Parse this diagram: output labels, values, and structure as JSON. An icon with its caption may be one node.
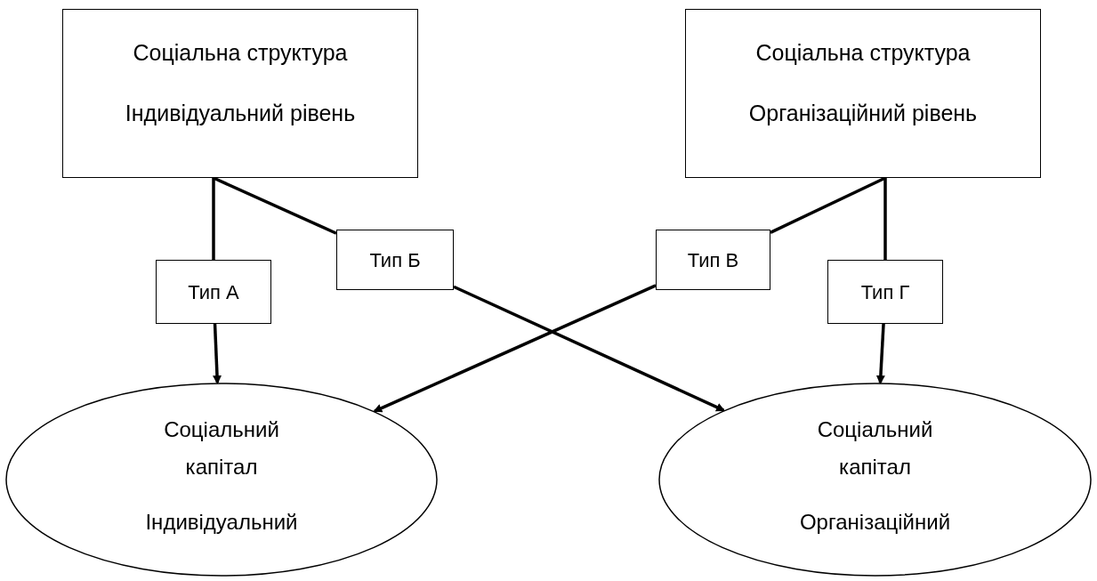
{
  "diagram": {
    "nodes": [
      {
        "text": [
          "Соціальна структура",
          "Індивідуальний рівень"
        ]
      },
      {
        "text": [
          "Соціальна структура",
          "Організаційний рівень"
        ]
      },
      {
        "text": [
          "Тип А"
        ]
      },
      {
        "text": [
          "Тип Б"
        ]
      },
      {
        "text": [
          "Тип В"
        ]
      },
      {
        "text": [
          "Тип Г"
        ]
      },
      {
        "text": [
          "Соціальний капітал",
          "Індивідуальний"
        ]
      },
      {
        "text": [
          "Соціальний капітал",
          "Організаційний"
        ]
      }
    ],
    "edges": [
      {
        "from": 0,
        "to": 2,
        "arrow": "none"
      },
      {
        "from": 2,
        "to": 6,
        "arrow": "to"
      },
      {
        "from": 0,
        "to": 3,
        "arrow": "none"
      },
      {
        "from": 3,
        "to": 7,
        "arrow": "to"
      },
      {
        "from": 1,
        "to": 4,
        "arrow": "none"
      },
      {
        "from": 4,
        "to": 6,
        "arrow": "to"
      },
      {
        "from": 1,
        "to": 5,
        "arrow": "none"
      },
      {
        "from": 5,
        "to": 7,
        "arrow": "to"
      }
    ]
  }
}
